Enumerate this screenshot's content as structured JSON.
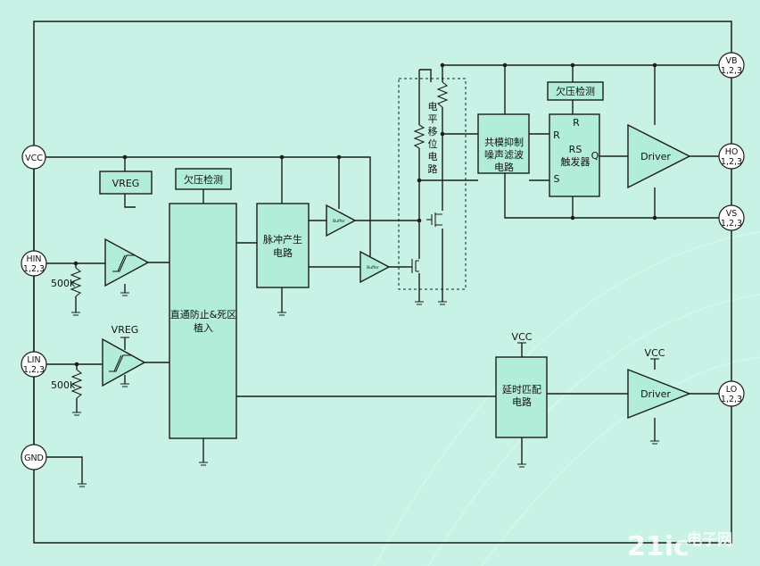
{
  "pins": {
    "vb": [
      "VB",
      "1,2,3"
    ],
    "ho": [
      "HO",
      "1,2,3"
    ],
    "vs": [
      "VS",
      "1,2,3"
    ],
    "vcc": "VCC",
    "hin": [
      "HIN",
      "1,2,3"
    ],
    "lin": [
      "LIN",
      "1,2,3"
    ],
    "gnd": "GND",
    "lo": [
      "LO",
      "1,2,3"
    ]
  },
  "blocks": {
    "vreg_box": "VREG",
    "uv_detect_left": "欠压检测",
    "uv_detect_right": "欠压检测",
    "shoot_through_deadtime": [
      "直通防止&死区",
      "植入"
    ],
    "pulse_gen": [
      "脉冲产生",
      "电路"
    ],
    "level_shift": [
      "电",
      "平",
      "移",
      "位",
      "电",
      "路"
    ],
    "cm_filter": [
      "共模抑制",
      "噪声滤波",
      "电路"
    ],
    "rs_flipflop": [
      "RS",
      "触发器"
    ],
    "rs_r_top": "R",
    "rs_r_left": "R",
    "rs_s": "S",
    "rs_q": "Q",
    "driver_high": "Driver",
    "driver_low": "Driver",
    "delay_match": [
      "延时匹配",
      "电路"
    ],
    "buffer": "Buffer"
  },
  "labels": {
    "resistor_hin": "500k",
    "resistor_lin": "500k",
    "vreg_lin": "VREG",
    "vcc_delay": "VCC",
    "vcc_driver": "VCC"
  },
  "watermark": {
    "brand": "21ic",
    "cn": "电子网"
  }
}
